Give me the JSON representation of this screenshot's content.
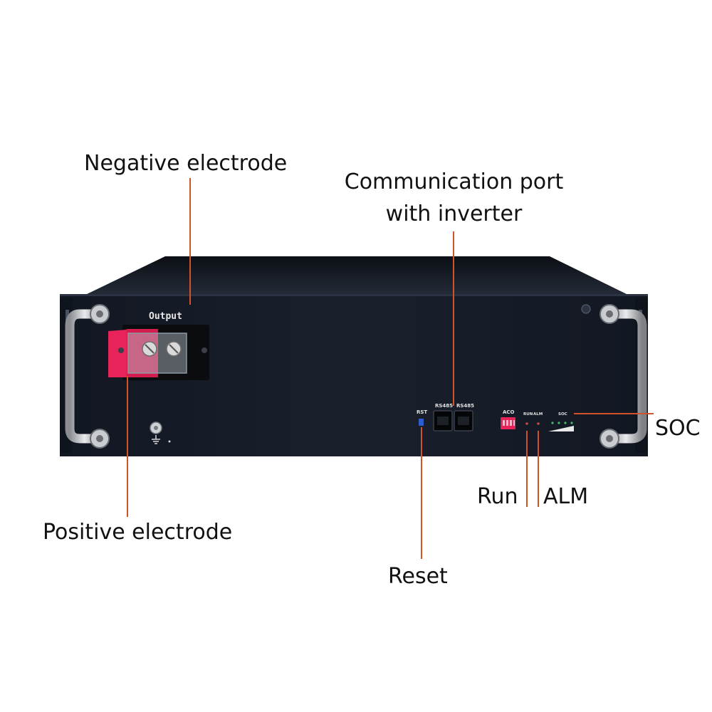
{
  "callouts": {
    "negative_electrode": "Negative electrode",
    "communication_port_line1": "Communication port",
    "communication_port_line2": "with inverter",
    "positive_electrode": "Positive electrode",
    "reset": "Reset",
    "run": "Run",
    "alm": "ALM",
    "soc": "SOC"
  },
  "panel_text": {
    "output": "Output",
    "rst": "RST",
    "rs485_left": "RS485",
    "rs485_right": "RS485",
    "adc": "ACO",
    "run_led": "RUN",
    "alm_led": "ALM",
    "soc_led": "SOC"
  },
  "colors": {
    "leader_line": "#d2532a",
    "terminal_red": "#e8235a",
    "chassis": "#151a24"
  }
}
